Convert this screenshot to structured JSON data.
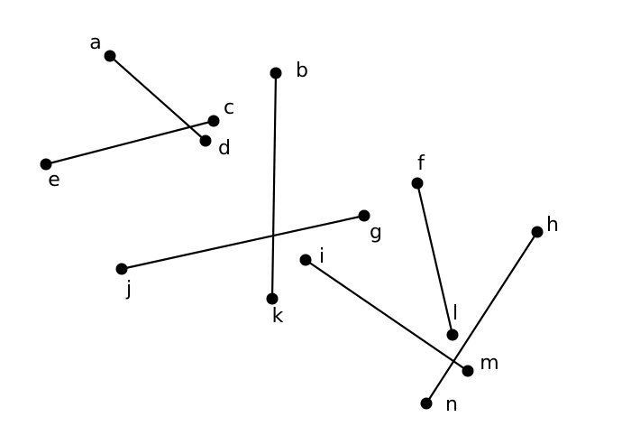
{
  "diagram": {
    "points": [
      {
        "id": "a",
        "label": "a"
      },
      {
        "id": "b",
        "label": "b"
      },
      {
        "id": "c",
        "label": "c"
      },
      {
        "id": "d",
        "label": "d"
      },
      {
        "id": "e",
        "label": "e"
      },
      {
        "id": "f",
        "label": "f"
      },
      {
        "id": "g",
        "label": "g"
      },
      {
        "id": "h",
        "label": "h"
      },
      {
        "id": "i",
        "label": "i"
      },
      {
        "id": "j",
        "label": "j"
      },
      {
        "id": "k",
        "label": "k"
      },
      {
        "id": "l",
        "label": "l"
      },
      {
        "id": "m",
        "label": "m"
      },
      {
        "id": "n",
        "label": "n"
      }
    ],
    "segments": [
      [
        "a",
        "d"
      ],
      [
        "c",
        "e"
      ],
      [
        "b",
        "k"
      ],
      [
        "j",
        "g"
      ],
      [
        "f",
        "l"
      ],
      [
        "i",
        "m"
      ],
      [
        "h",
        "n"
      ]
    ],
    "colors": {
      "stroke": "#000000",
      "background": "#ffffff"
    }
  }
}
